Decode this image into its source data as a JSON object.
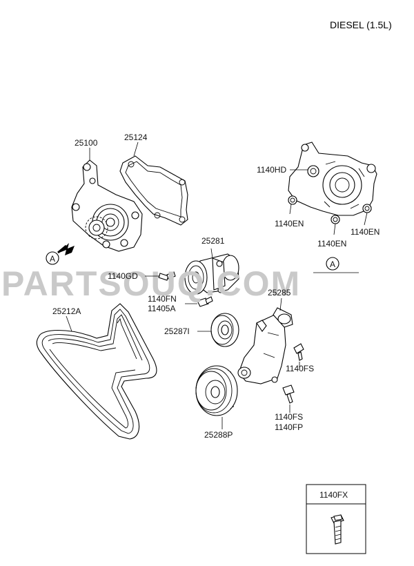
{
  "title": "DIESEL (1.5L)",
  "watermark": "PARTSOUQ.COM",
  "view_marker": "A",
  "labels": {
    "p25100": "25100",
    "p25124": "25124",
    "p25281": "25281",
    "p25285": "25285",
    "p25212A": "25212A",
    "p25287I": "25287I",
    "p25288P": "25288P",
    "p1140GD": "1140GD",
    "p1140FN": "1140FN",
    "p11405A": "11405A",
    "p1140HD": "1140HD",
    "p1140EN_left": "1140EN",
    "p1140EN_mid": "1140EN",
    "p1140EN_right": "1140EN",
    "p1140FS_upper": "1140FS",
    "p1140FS_lower": "1140FS",
    "p1140FP": "1140FP"
  },
  "legend_box": {
    "label": "1140FX"
  }
}
